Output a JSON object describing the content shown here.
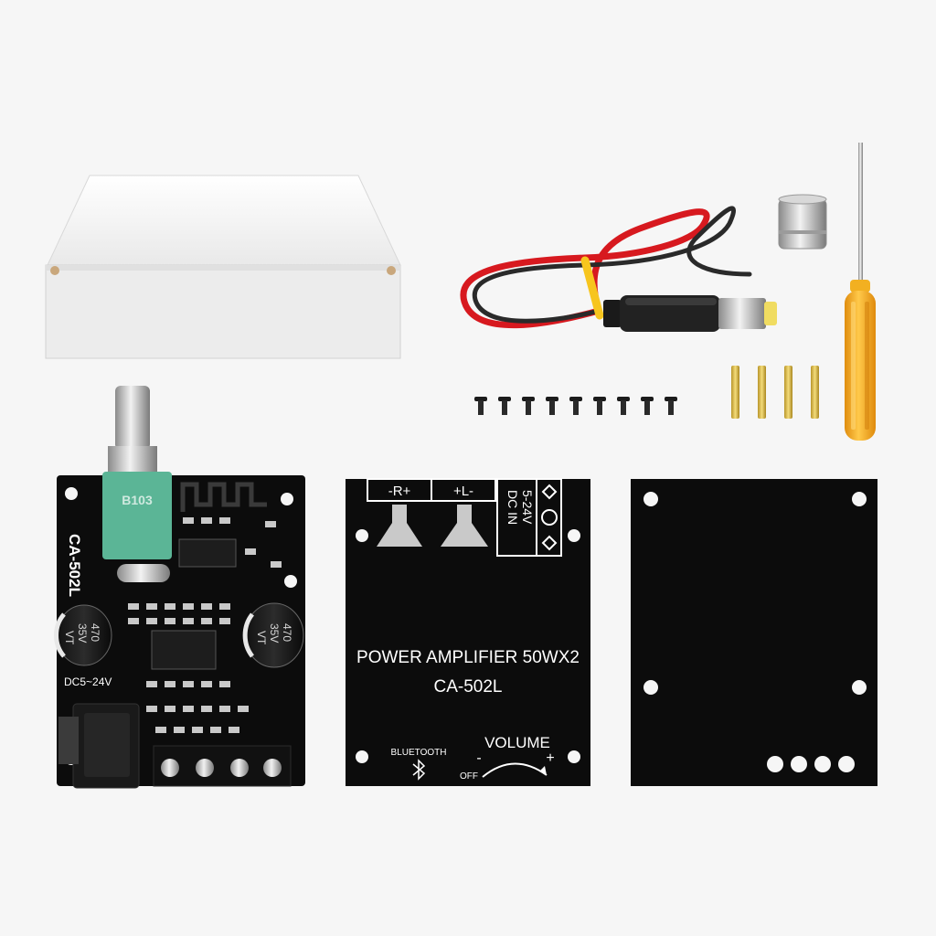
{
  "colors": {
    "background": "#f6f6f6",
    "pcb": "#0c0c0c",
    "silkscreen": "#ffffff",
    "potentiometer": "#5bb596",
    "cable_red": "#d7191f",
    "screwdriver_handle": "#f6ad1c",
    "box": "#f2f2f2"
  },
  "board": {
    "model_label": "CA-502L",
    "voltage_label": "DC5~24V",
    "cap_left": {
      "value": "470",
      "voltage": "35V",
      "series": "VT"
    },
    "cap_right": {
      "value": "470",
      "voltage": "35V",
      "series": "VT"
    },
    "pot_label": "B103"
  },
  "cover": {
    "terminal_right": "-R+",
    "terminal_left": "+L-",
    "dc_label_1": "DC IN",
    "dc_label_2": "5-24V",
    "title": "POWER AMPLIFIER 50WX2",
    "model": "CA-502L",
    "bluetooth": "BLUETOOTH",
    "volume": "VOLUME",
    "off": "OFF",
    "minus": "-",
    "plus": "+"
  },
  "accessories": {
    "screw_count": 9,
    "standoff_count": 4,
    "icons": [
      "box-icon",
      "dc-cable-icon",
      "knob-cap-icon",
      "screwdriver-icon",
      "screw-icon",
      "standoff-icon",
      "bluetooth-icon"
    ]
  }
}
